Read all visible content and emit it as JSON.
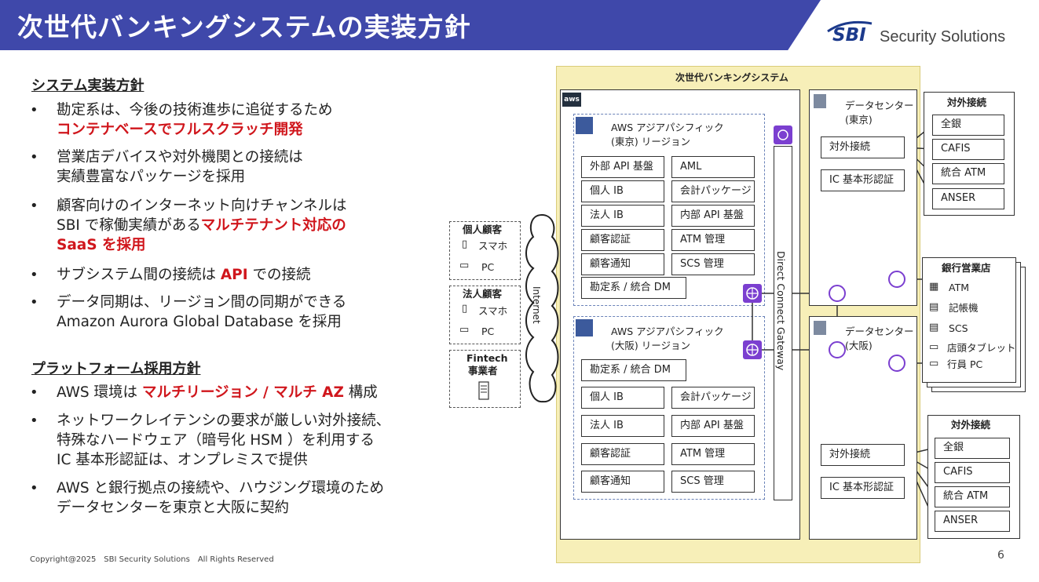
{
  "header": {
    "title": "次世代バンキングシステムの実装方針"
  },
  "logo": {
    "brand": "SBI",
    "name": "Security Solutions"
  },
  "left": {
    "section1_title": "システム実装方針",
    "bullets1": [
      {
        "l1a": "勘定系は、今後の技術進歩に追従するため",
        "l2_red": "コンテナベースでフルスクラッチ開発"
      },
      {
        "l1a": "営業店デバイスや対外機関との接続は",
        "l2a": "実績豊富なパッケージを採用"
      },
      {
        "l1a": "顧客向けのインターネット向けチャンネルは",
        "l2a": "SBI で稼働実績がある",
        "l2_red": "マルチテナント対応の",
        "l3_red": "SaaS を採用"
      },
      {
        "l1a": "サブシステム間の接続は ",
        "l1_red": "API",
        "l1b": " での接続"
      },
      {
        "l1a": "データ同期は、リージョン間の同期ができる",
        "l2a": "Amazon Aurora Global Database を採用"
      }
    ],
    "section2_title": "プラットフォーム採用方針",
    "bullets2": [
      {
        "l1a": "AWS 環境は ",
        "l1_red": "マルチリージョン / マルチ AZ",
        "l1b": " 構成"
      },
      {
        "l1a": "ネットワークレイテンシの要求が厳しい対外接続、",
        "l2a": "特殊なハードウェア（暗号化 HSM ）を利用する",
        "l3a": "IC 基本形認証は、オンプレミスで提供"
      },
      {
        "l1a": "AWS と銀行拠点の接続や、ハウジング環境のため",
        "l2a": "データセンターを東京と大阪に契約"
      }
    ]
  },
  "diagram": {
    "system_title": "次世代バンキングシステム",
    "aws_badge": "aws",
    "tokyo_region": {
      "line1": "AWS アジアパシフィック",
      "line2": "(東京) リージョン",
      "left": [
        "外部 API 基盤",
        "個人 IB",
        "法人 IB",
        "顧客認証",
        "顧客通知"
      ],
      "right": [
        "AML",
        "会計パッケージ",
        "内部 API 基盤",
        "ATM 管理",
        "SCS 管理"
      ],
      "bottom": "勘定系 / 統合 DM"
    },
    "osaka_region": {
      "line1": "AWS アジアパシフィック",
      "line2": "(大阪) リージョン",
      "top": "勘定系 / 統合 DM",
      "left": [
        "個人 IB",
        "法人 IB",
        "顧客認証",
        "顧客通知"
      ],
      "right": [
        "会計パッケージ",
        "内部 API 基盤",
        "ATM 管理",
        "SCS 管理"
      ]
    },
    "direct_connect": "Direct Connect Gateway",
    "dc_tokyo": {
      "line1": "データセンター",
      "line2": "(東京)",
      "ext": "対外接続",
      "ic": "IC 基本形認証"
    },
    "dc_osaka": {
      "line1": "データセンター",
      "line2": "(大阪)",
      "ext": "対外接続",
      "ic": "IC 基本形認証"
    },
    "ext_top": {
      "title": "対外接続",
      "items": [
        "全銀",
        "CAFIS",
        "統合 ATM",
        "ANSER"
      ]
    },
    "ext_bottom": {
      "title": "対外接続",
      "items": [
        "全銀",
        "CAFIS",
        "統合 ATM",
        "ANSER"
      ]
    },
    "branch": {
      "title": "銀行営業店",
      "items": [
        "ATM",
        "記帳機",
        "SCS",
        "店頭タブレット",
        "行員 PC"
      ]
    },
    "internet": "Internet",
    "customers": {
      "personal": {
        "title": "個人顧客",
        "items": [
          "スマホ",
          "PC"
        ]
      },
      "corporate": {
        "title": "法人顧客",
        "items": [
          "スマホ",
          "PC"
        ]
      },
      "fintech": {
        "title1": "Fintech",
        "title2": "事業者"
      }
    }
  },
  "footer": {
    "copyright": "Copyright@2025　SBI Security Solutions　All Rights Reserved",
    "page": "6"
  }
}
